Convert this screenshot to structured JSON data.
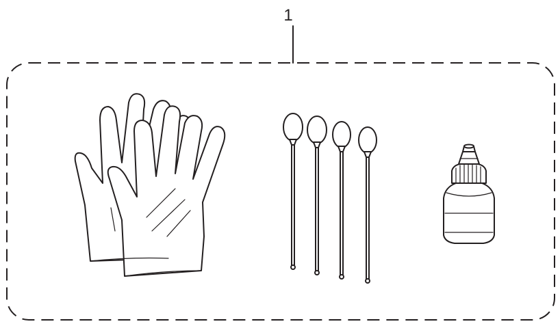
{
  "callout": {
    "number": "1"
  },
  "items": [
    {
      "id": "gloves",
      "icon": "gloves-icon"
    },
    {
      "id": "swabs",
      "icon": "cotton-swabs-icon",
      "count": 4
    },
    {
      "id": "bottle",
      "icon": "cleaning-solution-bottle-icon"
    }
  ],
  "style": {
    "line_color": "#231f20",
    "background": "#ffffff"
  }
}
